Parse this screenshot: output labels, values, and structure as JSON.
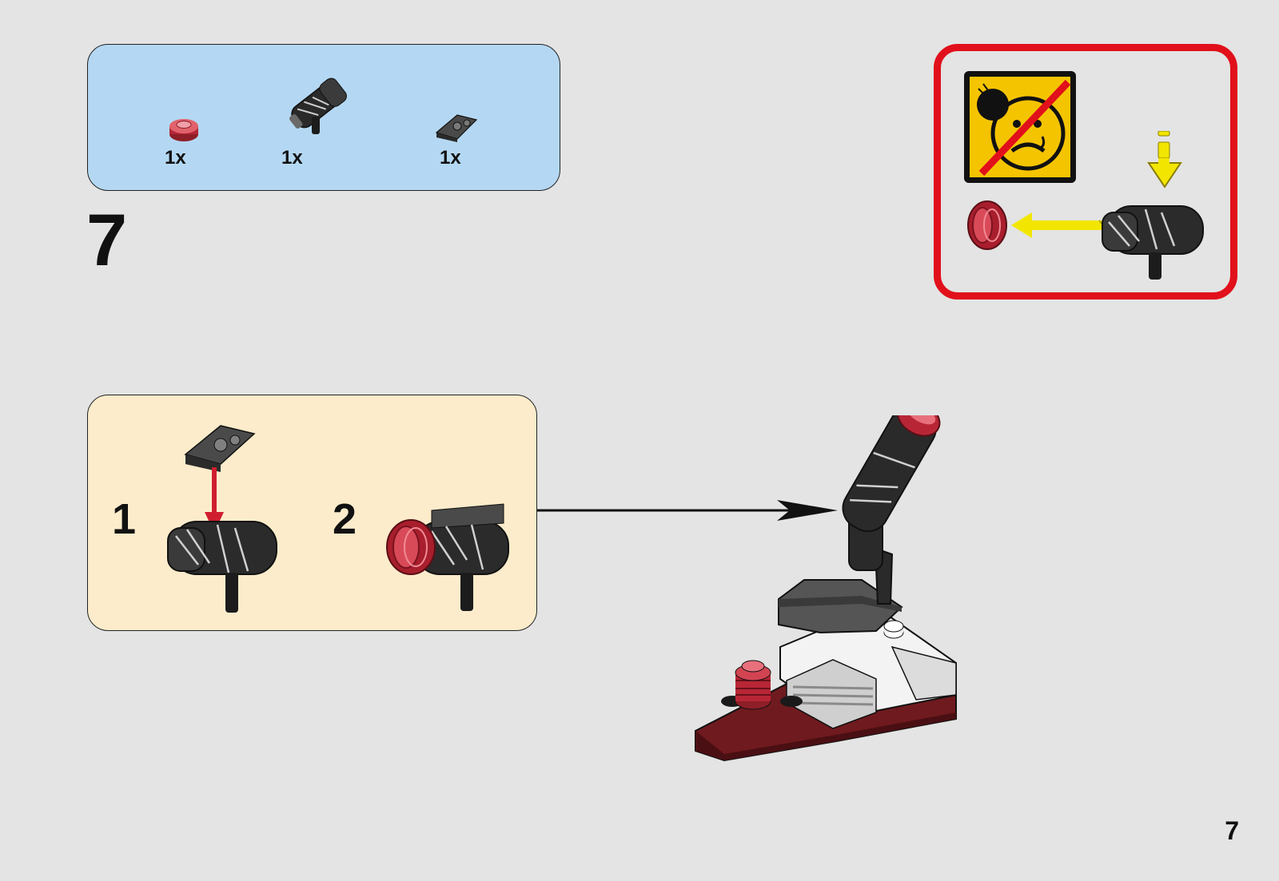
{
  "parts_list": {
    "items": [
      {
        "name": "trans-red-round-plate",
        "quantity": "1x"
      },
      {
        "name": "black-blaster-gun",
        "quantity": "1x"
      },
      {
        "name": "dark-gray-clip-plate",
        "quantity": "1x"
      }
    ]
  },
  "step": {
    "number": "7"
  },
  "substeps": [
    {
      "number": "1"
    },
    {
      "number": "2"
    }
  ],
  "page": {
    "number": "7"
  },
  "colors": {
    "background": "#e3e4e3",
    "parts_box": "#b4d8f3",
    "substep_box": "#fdeccb",
    "warning_border": "#e1101b",
    "warning_sign": "#f5c400",
    "guide_arrow": "#f2e600",
    "trans_red": "#c8283a",
    "dark_red": "#6f1a1e"
  },
  "icons": [
    "no-eye-projectile-warning-icon",
    "shoot-direction-arrow-icon",
    "press-down-arrow-icon"
  ]
}
